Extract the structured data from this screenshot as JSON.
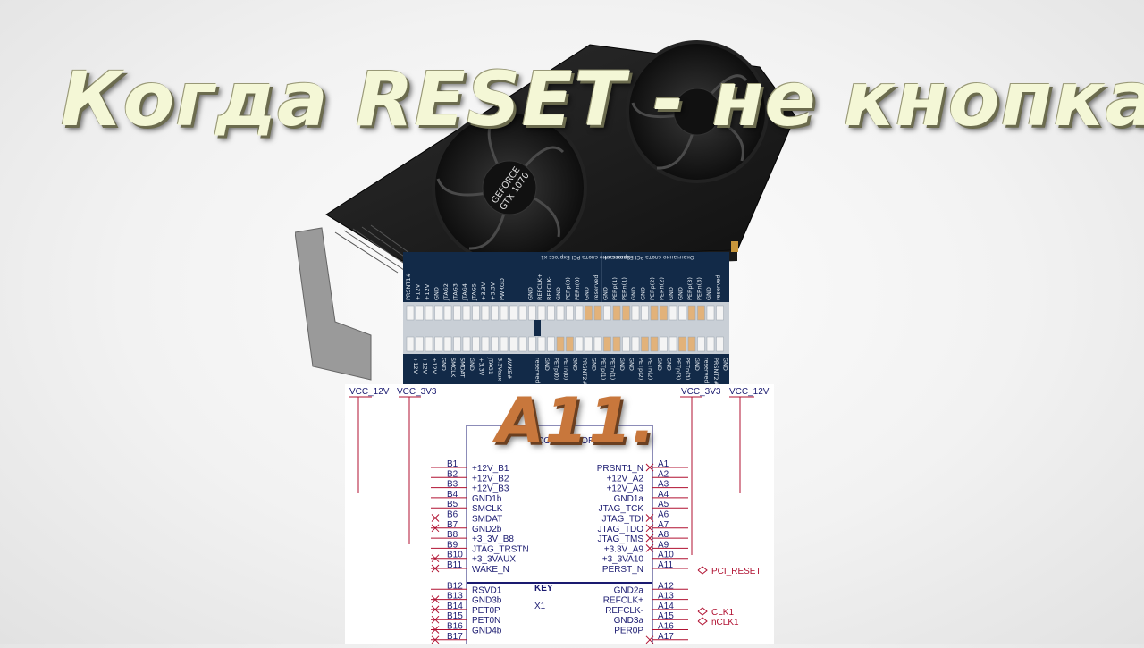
{
  "title": "Когда RESET - не кнопка.",
  "callout": "A11.",
  "gpu": {
    "brand_line1": "GEFORCE",
    "brand_line2": "GTX 1070"
  },
  "pcie": {
    "header_left": "Окончание слота PCI Express x1",
    "header_right": "Окончание слота PCI Express x4",
    "top_pins": [
      "PRSNT1#",
      "+12V",
      "+12V",
      "GND",
      "JTAG2",
      "JTAG3",
      "JTAG4",
      "JTAG5",
      "+3.3V",
      "+3.3V",
      "PWRGD",
      "",
      "",
      "GND",
      "REFCLK+",
      "REFCLK-",
      "GND",
      "PERp(0)",
      "PERn(0)",
      "GND",
      "reserved",
      "GND",
      "PERp(1)",
      "PERn(1)",
      "GND",
      "GND",
      "PERp(2)",
      "PERn(2)",
      "GND",
      "GND",
      "PERp(3)",
      "PERn(3)",
      "GND",
      "reserved"
    ],
    "bottom_pins": [
      "+12V",
      "+12V",
      "+12V",
      "GND",
      "SMCLK",
      "SMDAT",
      "GND",
      "+3.3V",
      "JTAG1",
      "3.3Vaux",
      "WAKE#",
      "",
      "",
      "reserved",
      "GND",
      "PETp(0)",
      "PETn(0)",
      "GND",
      "PRSNT2#",
      "GND",
      "PETp(1)",
      "PETn(1)",
      "GND",
      "GND",
      "PETp(2)",
      "PETn(2)",
      "GND",
      "GND",
      "PETp(3)",
      "PETn(3)",
      "GND",
      "reserved",
      "PRSNT2#",
      "GND"
    ]
  },
  "schematic": {
    "power_labels": [
      "VCC_12V",
      "VCC_3V3",
      "VCC_3V3",
      "VCC_12V"
    ],
    "connector_label": "CONNECTOR",
    "key_label": "KEY",
    "ref_label": "X1",
    "left_pins": [
      {
        "num": "B1",
        "sig": "+12V_B1"
      },
      {
        "num": "B2",
        "sig": "+12V_B2"
      },
      {
        "num": "B3",
        "sig": "+12V_B3"
      },
      {
        "num": "B4",
        "sig": "GND1b"
      },
      {
        "num": "B5",
        "sig": "SMCLK"
      },
      {
        "num": "B6",
        "sig": "SMDAT"
      },
      {
        "num": "B7",
        "sig": "GND2b"
      },
      {
        "num": "B8",
        "sig": "+3_3V_B8"
      },
      {
        "num": "B9",
        "sig": "JTAG_TRSTN"
      },
      {
        "num": "B10",
        "sig": "+3_3VAUX"
      },
      {
        "num": "B11",
        "sig": "WAKE_N"
      },
      {
        "num": "B12",
        "sig": "RSVD1"
      },
      {
        "num": "B13",
        "sig": "GND3b"
      },
      {
        "num": "B14",
        "sig": "PET0P"
      },
      {
        "num": "B15",
        "sig": "PET0N"
      },
      {
        "num": "B16",
        "sig": "GND4b"
      },
      {
        "num": "B17",
        "sig": ""
      }
    ],
    "right_pins": [
      {
        "num": "A1",
        "sig": "PRSNT1_N"
      },
      {
        "num": "A2",
        "sig": "+12V_A2"
      },
      {
        "num": "A3",
        "sig": "+12V_A3"
      },
      {
        "num": "A4",
        "sig": "GND1a"
      },
      {
        "num": "A5",
        "sig": "JTAG_TCK"
      },
      {
        "num": "A6",
        "sig": "JTAG_TDI"
      },
      {
        "num": "A7",
        "sig": "JTAG_TDO"
      },
      {
        "num": "A8",
        "sig": "JTAG_TMS"
      },
      {
        "num": "A9",
        "sig": "+3.3V_A9"
      },
      {
        "num": "A10",
        "sig": "+3_3VA10"
      },
      {
        "num": "A11",
        "sig": "PERST_N"
      },
      {
        "num": "A12",
        "sig": "GND2a"
      },
      {
        "num": "A13",
        "sig": "REFCLK+"
      },
      {
        "num": "A14",
        "sig": "REFCLK-"
      },
      {
        "num": "A15",
        "sig": "GND3a"
      },
      {
        "num": "A16",
        "sig": "PER0P"
      },
      {
        "num": "A17",
        "sig": ""
      }
    ],
    "net_labels": [
      "PCI_RESET",
      "CLK1",
      "nCLK1"
    ]
  }
}
